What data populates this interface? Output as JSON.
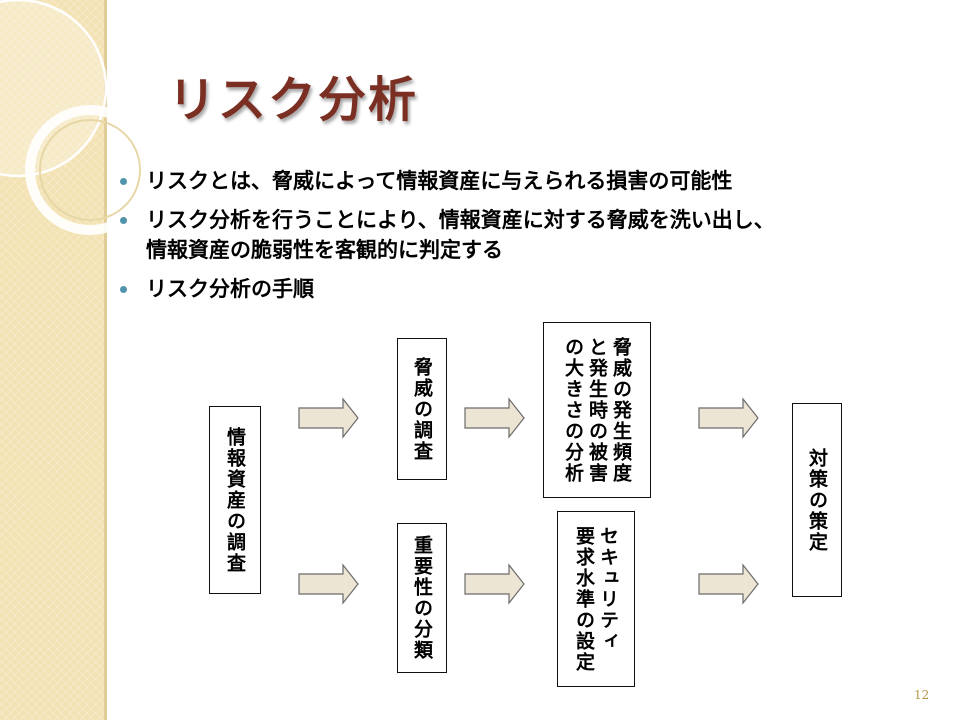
{
  "slide": {
    "title": "リスク分析",
    "page_number": "12"
  },
  "bullets": [
    {
      "text": "リスクとは、脅威によって情報資産に与えられる損害の可能性"
    },
    {
      "text": "リスク分析を行うことにより、情報資産に対する脅威を洗い出し、\n情報資産の脆弱性を客観的に判定する"
    },
    {
      "text": "リスク分析の手順"
    }
  ],
  "diagram": {
    "steps": {
      "asset_survey": "情報資産の調査",
      "threat_survey": "脅威の調査",
      "importance_classification": "重要性の分類",
      "threat_analysis": "脅威の発生頻度\nと発生時の被害\nの大きさの分析",
      "security_level": "セキュリティ\n要求水準の設定",
      "countermeasures": "対策の策定"
    },
    "colors": {
      "arrow_fill": "#ece5d4",
      "arrow_stroke": "#6b6b6b",
      "box_border": "#111111"
    }
  },
  "theme": {
    "title_color": "#7a2f22",
    "bullet_color": "#4f93ad",
    "sidebar_color": "#f3e3b4"
  }
}
